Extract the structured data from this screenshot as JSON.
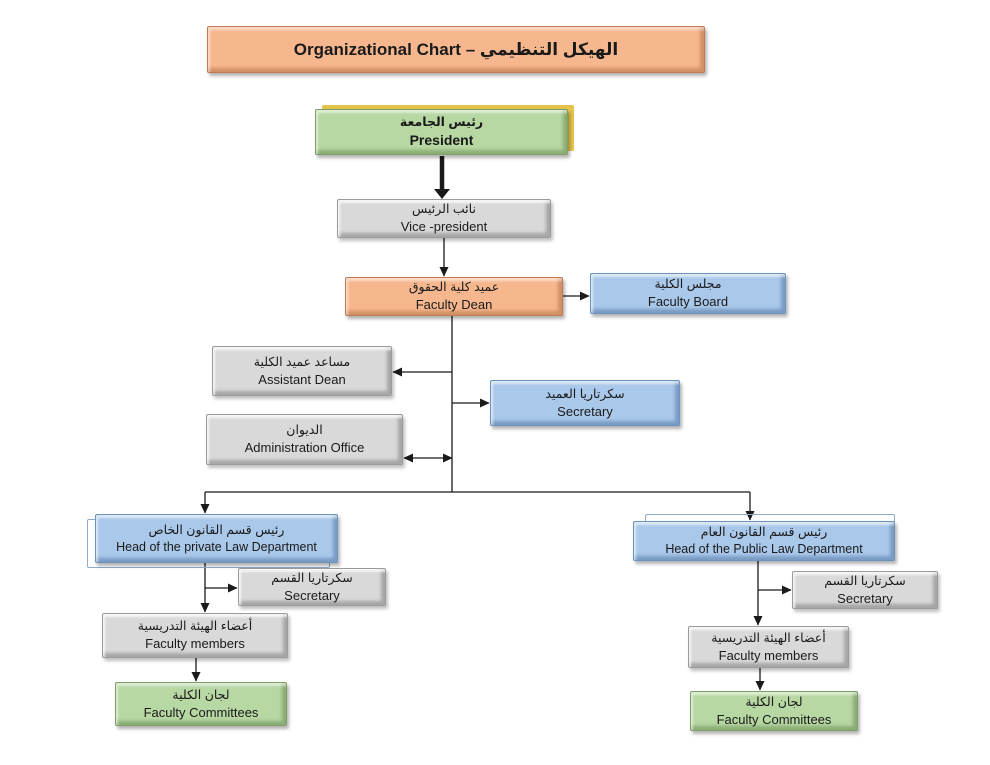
{
  "title": {
    "text": "Organizational Chart – الهيكل التنظيمي"
  },
  "nodes": {
    "president": {
      "ar": "رئيس الجامعة",
      "en": "President"
    },
    "vice_president": {
      "ar": "نائب الرئيس",
      "en": "Vice -president"
    },
    "faculty_dean": {
      "ar": "عميد كلية الحقوق",
      "en": "Faculty Dean"
    },
    "faculty_board": {
      "ar": "مجلس الكلية",
      "en": "Faculty Board"
    },
    "assistant_dean": {
      "ar": "مساعد عميد الكلية",
      "en": "Assistant Dean"
    },
    "dean_secretary": {
      "ar": "سكرتاريا العميد",
      "en": "Secretary"
    },
    "administration_office": {
      "ar": "الديوان",
      "en": "Administration Office"
    },
    "private_law_head": {
      "ar": "رئيس قسم القانون الخاص",
      "en": "Head of the private Law Department"
    },
    "public_law_head": {
      "ar": "رئيس قسم القانون العام",
      "en": "Head of the Public Law Department"
    },
    "private_secretary": {
      "ar": "سكرتاريا القسم",
      "en": "Secretary"
    },
    "public_secretary": {
      "ar": "سكرتاريا القسم",
      "en": "Secretary"
    },
    "private_faculty_members": {
      "ar": "أعضاء الهيئة التدريسية",
      "en": "Faculty members"
    },
    "public_faculty_members": {
      "ar": "أعضاء الهيئة التدريسية",
      "en": "Faculty members"
    },
    "private_faculty_committees": {
      "ar": "لجان الكلية",
      "en": "Faculty Committees"
    },
    "public_faculty_committees": {
      "ar": "لجان الكلية",
      "en": "Faculty Committees"
    }
  },
  "colors": {
    "salmon_fill": "#F6B78F",
    "green_fill": "#B7D7A3",
    "blue_fill": "#A9C8EA",
    "gray_fill": "#D9D9D9",
    "yellow_accent": "#E3C34B",
    "connector": "#1a1a1a"
  }
}
